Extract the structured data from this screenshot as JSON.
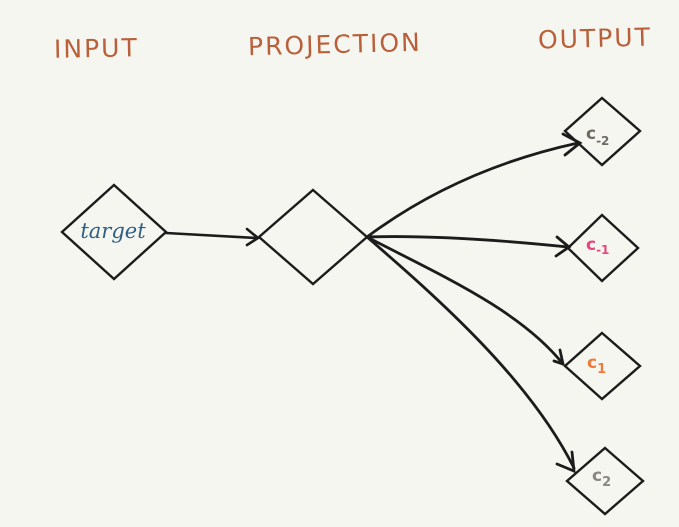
{
  "columns": {
    "input": "INPUT",
    "projection": "PROJECTION",
    "output": "OUTPUT"
  },
  "nodes": {
    "input": {
      "label": "target",
      "color": "#2f5f82"
    },
    "projection": {
      "label": ""
    },
    "outputs": [
      {
        "label": "c",
        "subscript": "-2",
        "color": "#6e6a64"
      },
      {
        "label": "c",
        "subscript": "-1",
        "color": "#e8457f"
      },
      {
        "label": "c",
        "subscript": "1",
        "color": "#f07a3a"
      },
      {
        "label": "c",
        "subscript": "2",
        "color": "#8a8782"
      }
    ]
  },
  "colors": {
    "heading": "#b9603a",
    "stroke": "#1c1c1c",
    "background": "#f6f6f1"
  }
}
